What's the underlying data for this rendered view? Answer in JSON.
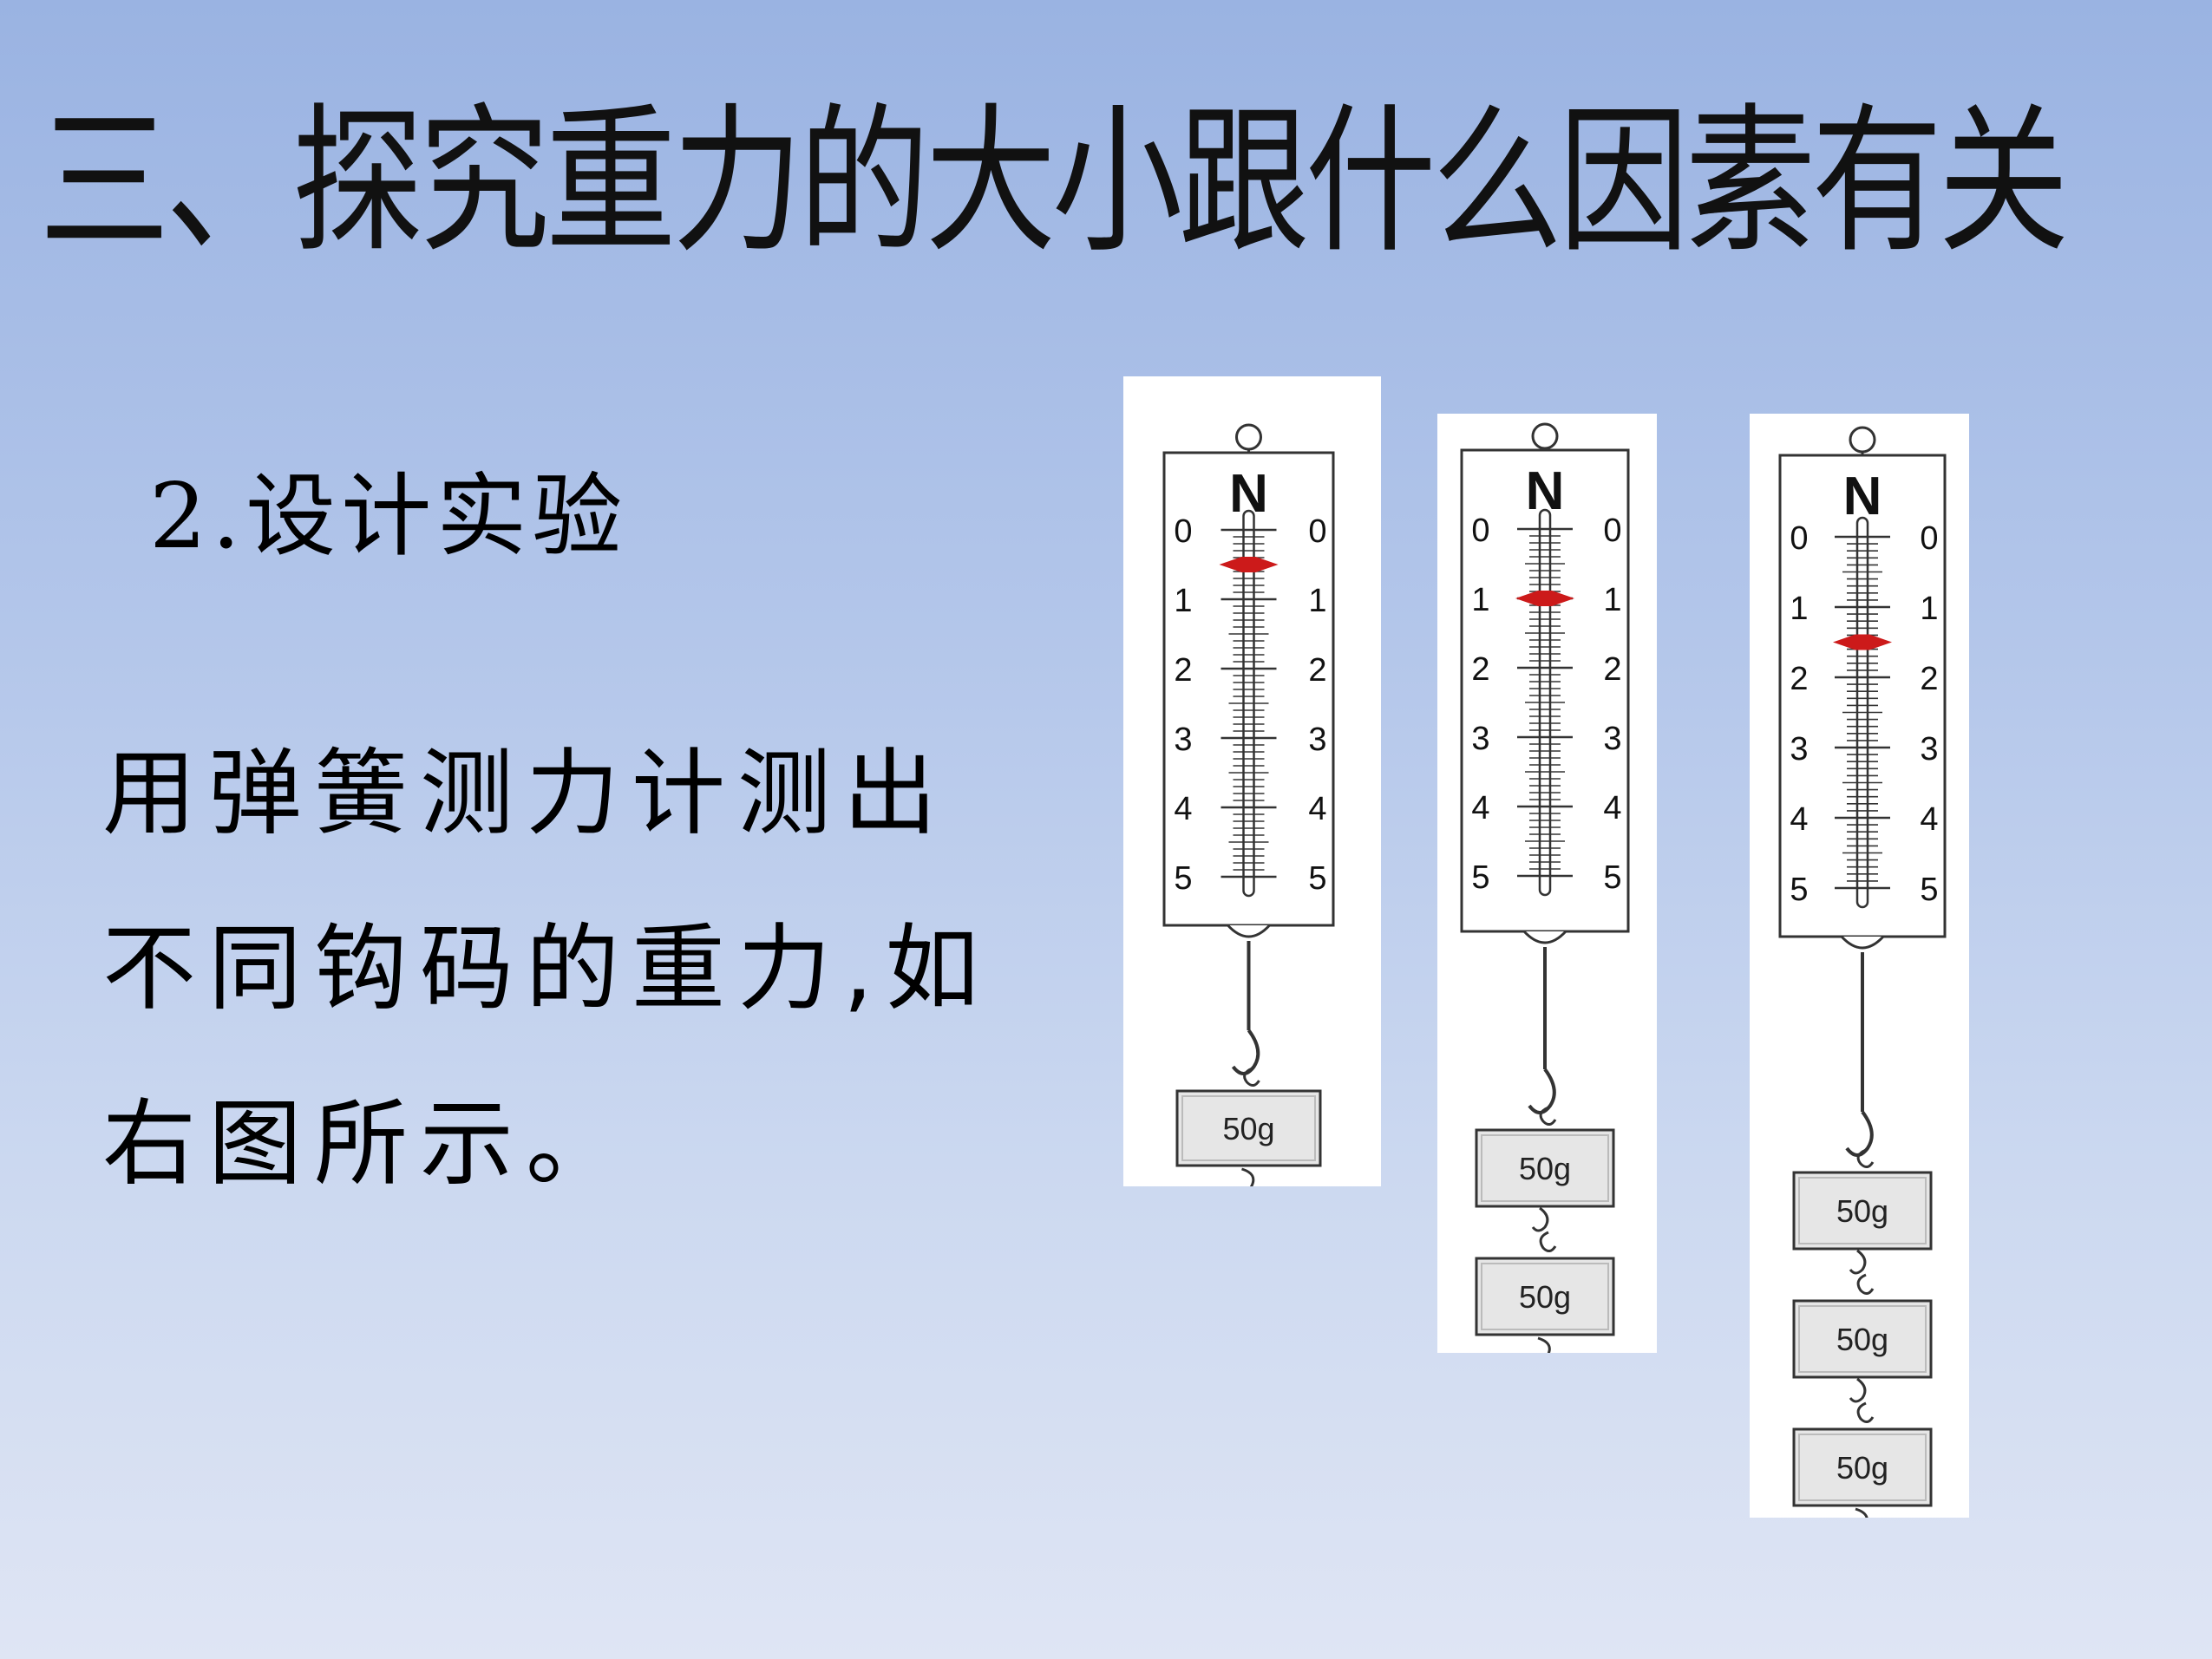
{
  "slide": {
    "title": "三、探究重力的大小跟什么因素有关",
    "subheading": "2.设计实验",
    "body_lines": [
      "用弹簧测力计测出",
      "不同钩码的重力,如",
      "右图所示。"
    ]
  },
  "spring_scales": [
    {
      "unit": "N",
      "scale_labels": [
        "0",
        "1",
        "2",
        "3",
        "4",
        "5"
      ],
      "reading": 0.5,
      "masses": [
        "50g"
      ]
    },
    {
      "unit": "N",
      "scale_labels": [
        "0",
        "1",
        "2",
        "3",
        "4",
        "5"
      ],
      "reading": 1.0,
      "masses": [
        "50g",
        "50g"
      ]
    },
    {
      "unit": "N",
      "scale_labels": [
        "0",
        "1",
        "2",
        "3",
        "4",
        "5"
      ],
      "reading": 1.5,
      "masses": [
        "50g",
        "50g",
        "50g"
      ]
    }
  ],
  "colors": {
    "pointer": "#cc1a1a",
    "mass_fill": "#e6e6e6",
    "panel": "#ffffff"
  }
}
